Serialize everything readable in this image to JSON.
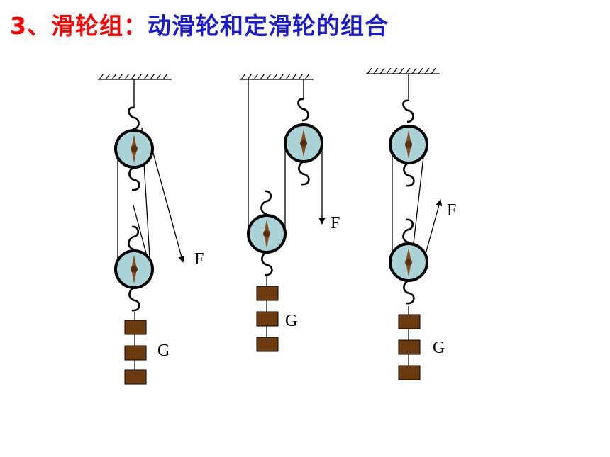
{
  "title": {
    "prefix": "3、滑轮组：",
    "text": "动滑轮和定滑轮的组合",
    "prefix_color": "#ff0000",
    "text_color": "#1a1ad0"
  },
  "colors": {
    "pulley_fill": "#a9d3d6",
    "pulley_rim": "#000000",
    "axle_fill": "#8b4a1c",
    "weight_fill": "#6b3a0e"
  },
  "systems": [
    {
      "force_label": "F",
      "weight_label": "G",
      "force_direction": "down",
      "supporting_rope_segments": 2
    },
    {
      "force_label": "F",
      "weight_label": "G",
      "force_direction": "down",
      "supporting_rope_segments": 2
    },
    {
      "force_label": "F",
      "weight_label": "G",
      "force_direction": "up",
      "supporting_rope_segments": 3
    }
  ]
}
